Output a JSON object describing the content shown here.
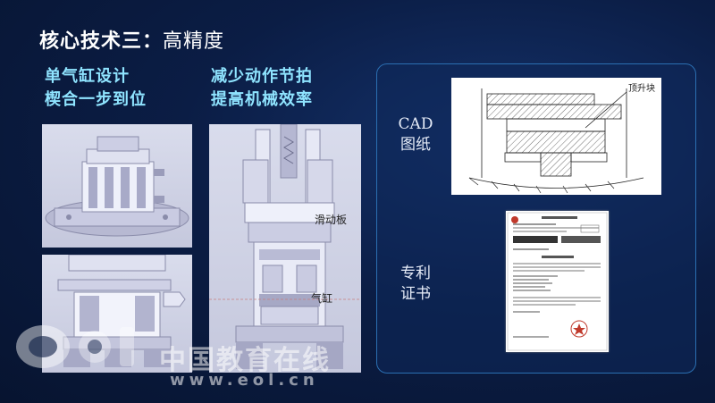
{
  "title": {
    "prefix": "核心技术三：",
    "suffix": "高精度"
  },
  "left_heading": {
    "line1": "单气缸设计",
    "line2": "楔合一步到位"
  },
  "right_heading": {
    "line1": "减少动作节拍",
    "line2": "提高机械效率"
  },
  "mechanism_labels": {
    "slide": "滑动板",
    "cylinder": "气缸"
  },
  "panel": {
    "cad_label": {
      "line1": "CAD",
      "line2": "图纸"
    },
    "patent_label": {
      "line1": "专利",
      "line2": "证书"
    },
    "cad_callout": "顶升块"
  },
  "watermark": {
    "text": "中国教育在线",
    "url": "www.eol.cn"
  },
  "colors": {
    "heading": "#8fe4ff",
    "panel_border": "#2b6fb2",
    "background": "#0b1d45"
  }
}
